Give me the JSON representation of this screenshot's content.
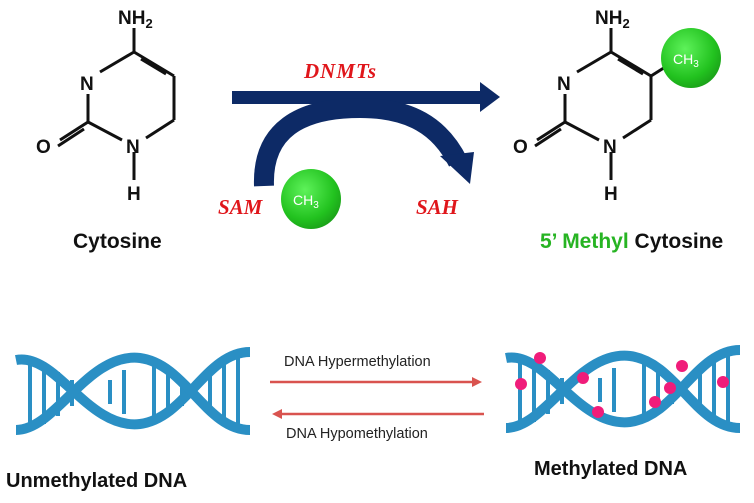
{
  "top": {
    "cytosine": {
      "amine": "NH",
      "amine_sub": "2",
      "n3": "N",
      "n1": "N",
      "oxygen": "O",
      "hydrogen": "H",
      "label": "Cytosine"
    },
    "enzyme_label": "DNMTs",
    "donor_label": "SAM",
    "donor_methyl": "CH",
    "donor_methyl_sub": "3",
    "product_label": "SAH",
    "methylcytosine": {
      "amine": "NH",
      "amine_sub": "2",
      "n3": "N",
      "n1": "N",
      "oxygen": "O",
      "hydrogen": "H",
      "methyl": "CH",
      "methyl_sub": "3",
      "label_prefix": "5’ Methyl",
      "label_suffix": "Cytosine"
    }
  },
  "bottom": {
    "forward_label": "DNA Hypermethylation",
    "reverse_label": "DNA Hypomethylation",
    "left_caption": "Unmethylated DNA",
    "right_caption": "Methylated DNA"
  },
  "colors": {
    "arrow_navy": "#0d2a66",
    "enzyme_red": "#e0161b",
    "methyl_green": "#22c21f",
    "methyl_label_green": "#27b423",
    "dna_blue": "#2a8fc4",
    "dna_rung": "#ffffff",
    "methyl_dot": "#f01c7a",
    "conversion_arrow": "#d9534f"
  }
}
